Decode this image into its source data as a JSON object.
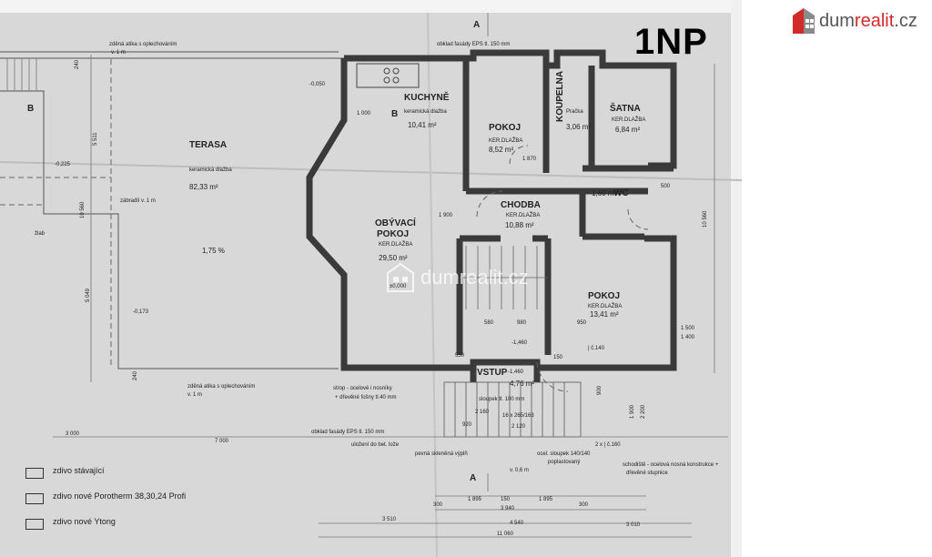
{
  "floor_badge": "1NP",
  "brand": {
    "mark_color_red": "#d42a2a",
    "mark_color_grey": "#8a8a8a",
    "name_part1": "dum",
    "name_part2": "realit",
    "name_part3": ".cz",
    "watermark": "dumrealit.cz"
  },
  "rooms": {
    "terasa": {
      "name": "TERASA",
      "surface": "keramická dlažba",
      "area": "82,33 m²",
      "slope": "1,75 %"
    },
    "kuchyne": {
      "name": "KUCHYNĚ",
      "surface": "keramická dlažba",
      "area": "10,41 m²"
    },
    "pokoj1": {
      "name": "POKOJ",
      "surface": "KER.DLAŽBA",
      "area": "8,52 m²"
    },
    "koupelna": {
      "name": "KOUPELNA",
      "area": "3,06 m²",
      "fixture": "Pračka"
    },
    "satna": {
      "name": "ŠATNA",
      "surface": "KER.DLAŽBA",
      "area": "6,84 m²"
    },
    "wc": {
      "name": "WC",
      "area": "1,60 m²"
    },
    "chodba": {
      "name": "CHODBA",
      "surface": "KER.DLAŽBA",
      "area": "10,88 m²"
    },
    "obyvaci": {
      "name": "OBÝVACÍ",
      "name2": "POKOJ",
      "surface": "KER.DLAŽBA",
      "area": "29,50 m²"
    },
    "pokoj2": {
      "name": "POKOJ",
      "surface": "KER.DLAŽBA",
      "area": "13,41 m²"
    },
    "vstup": {
      "name": "VSTUP",
      "area": "4,76 m²"
    }
  },
  "annotations": {
    "atika_top": "zděná atika s oplechováním",
    "atika_top_h": "v. 1 m",
    "atika_bottom": "zděná atika s oplechováním",
    "atika_bottom_h": "v. 1 m",
    "fasada_top": "obklad fasády EPS tl. 150 mm",
    "fasada_bottom": "obklad fasády EPS tl. 150 mm",
    "zabradli": "zábradlí v. 1 m",
    "zlab": "žlab",
    "strop": "strop - ocelové i nosníky",
    "strop2": "+ dřevěné fošny tl.40 mm",
    "sloupek": "sloupek tl. 100 mm",
    "ulozeni": "uložení do bet. lože",
    "vypln": "pevná skleněná výplň",
    "ocel_sloupek": "ocel. sloupek 140/140",
    "poplastovany": "poplastovaný",
    "schodiste": "schodiště - ocelová nosná konstrukce +",
    "schodiste2": "dřevěné stupnice",
    "stairs": "16 x 265/163",
    "level_a": "-0,050",
    "level_b": "-0,225",
    "level_c": "-0,173",
    "level_d": "-1,460",
    "level_e": "-1,460",
    "level_f": "±0,000",
    "v06": "v. 0,6 m",
    "section_a": "A",
    "section_b": "B"
  },
  "dimensions": {
    "bottom_row1": [
      "300",
      "1 895",
      "150",
      "1 895",
      "300"
    ],
    "bottom_row1_total": "3 940",
    "bottom_row2": [
      "3 510",
      "4 540",
      "3 010"
    ],
    "bottom_total": "11 060",
    "left_row": [
      "3 000",
      "7 000"
    ],
    "side_left": [
      "240",
      "5 511",
      "10 560",
      "5 049",
      "240"
    ],
    "side_right": "10 560",
    "misc": [
      "900",
      "1 500",
      "1 400",
      "580",
      "980",
      "950",
      "920",
      "2 120",
      "2 160",
      "1 900",
      "2 200",
      "2 x | č.160",
      "| č.140",
      "150",
      "550",
      "1 870",
      "500",
      "1 000",
      "1 900"
    ]
  },
  "legend": [
    {
      "label": "zdivo stávající"
    },
    {
      "label": "zdivo nové Porotherm 38,30,24 Profi"
    },
    {
      "label": "zdivo nové Ytong"
    }
  ]
}
